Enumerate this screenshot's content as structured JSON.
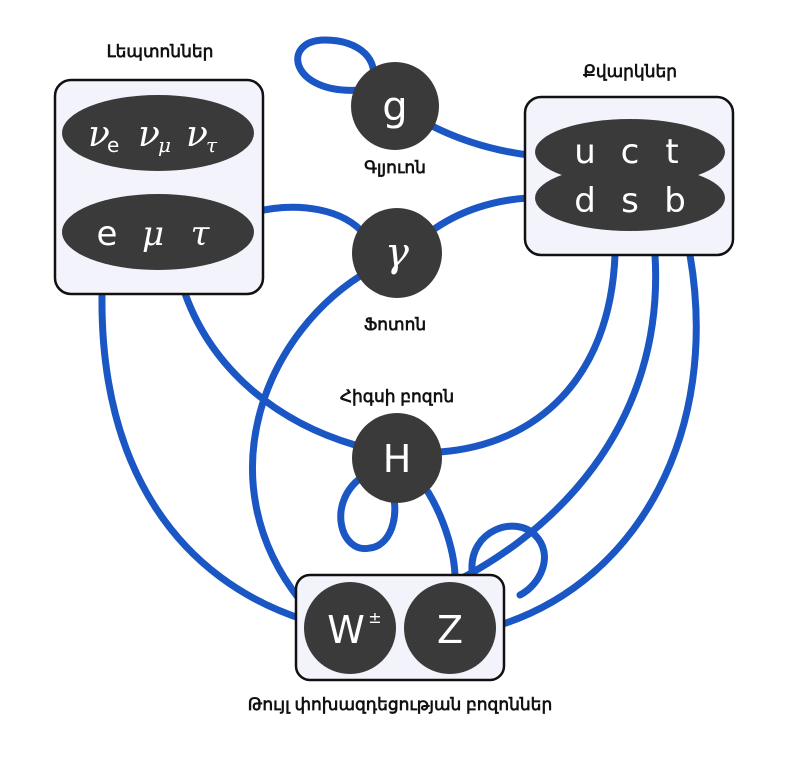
{
  "groups": {
    "leptons": {
      "title": "Լեպտոններ",
      "neutrinos": [
        "ν",
        "e",
        "ν",
        "μ",
        "ν",
        "τ"
      ],
      "charged": [
        "e",
        "μ",
        "τ"
      ]
    },
    "quarks": {
      "title": "Քվարկներ",
      "row_up": [
        "u",
        "c",
        "t"
      ],
      "row_down": [
        "d",
        "s",
        "b"
      ]
    },
    "weak_bosons": {
      "title": "Թույլ փոխազդեցության բոզոններ",
      "w": "W",
      "w_charge": "±",
      "z": "Z"
    }
  },
  "nodes": {
    "gluon": {
      "symbol": "g",
      "label": "Գլյուոն"
    },
    "photon": {
      "symbol": "γ",
      "label": "Ֆոտոն"
    },
    "higgs": {
      "symbol": "H",
      "label": "Հիգսի բոզոն"
    }
  },
  "colors": {
    "edge": "#1a56c4",
    "node": "#3a3a3a",
    "box_fill": "#f3f3fb",
    "box_stroke": "#111111"
  }
}
